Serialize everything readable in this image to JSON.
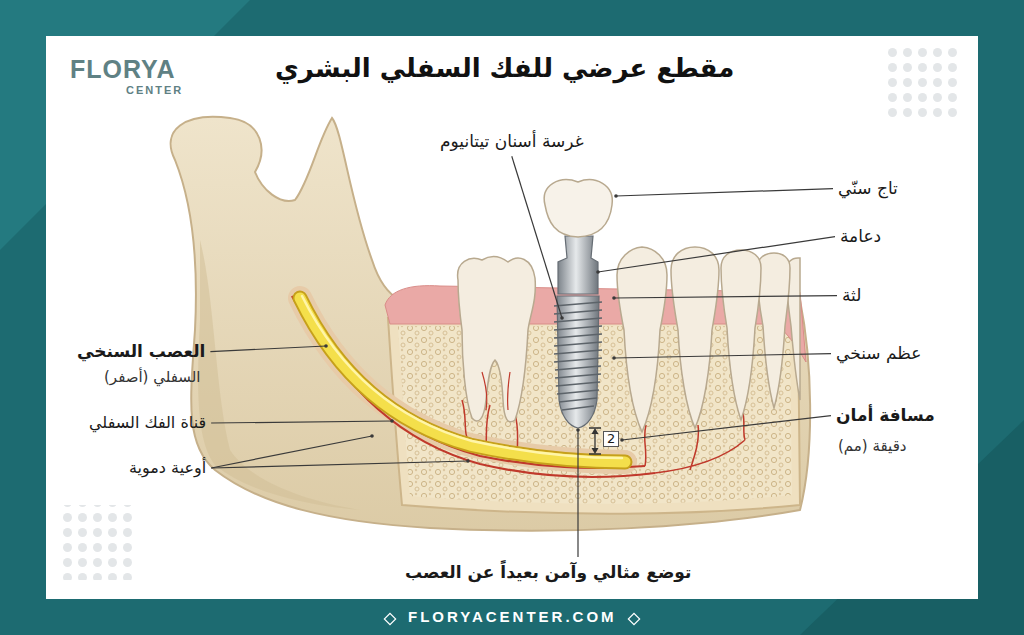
{
  "diagram": {
    "title": "مقطع عرضي للفك السفلي البشري",
    "labels": [
      "FLORYA",
      "CENTER",
      "غرسة أسنان تيتانيوم",
      "تاج سنّي",
      "دعامة",
      "لثة",
      "عظم سنخي",
      "مسافة أمان",
      "دقيقة (مم)",
      "2",
      "العصب السنخي",
      "السفلي (أصفر)",
      "قناة الفك السفلي",
      "أوعية دموية",
      "توضع مثالي وآمن بعيداً عن العصب",
      "FLORYACENTER.COM"
    ]
  }
}
